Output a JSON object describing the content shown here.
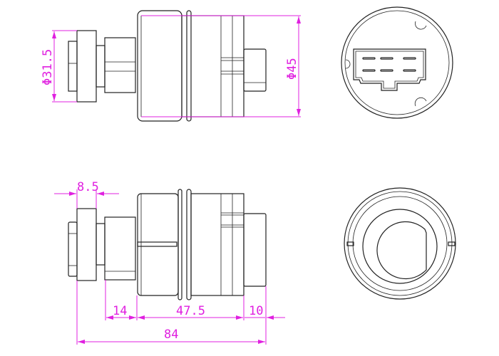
{
  "dimensions": {
    "diameter_small": "Φ31.5",
    "diameter_large": "Φ45",
    "flange_width": "8.5",
    "shaft_length": "14",
    "body_length": "47.5",
    "cap_length": "10",
    "overall_length": "84"
  },
  "colors": {
    "dimension": "#e020e0",
    "outline": "#222222"
  }
}
